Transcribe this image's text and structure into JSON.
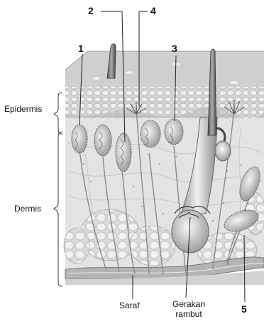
{
  "layers": {
    "epidermis": "Epidermis",
    "dermis": "Dermis"
  },
  "numbers": {
    "n1": "1",
    "n2": "2",
    "n3": "3",
    "n4": "4",
    "n5": "5"
  },
  "bottom": {
    "nerve": "Saraf",
    "hair_movement_line1": "Gerakan",
    "hair_movement_line2": "rambut"
  }
}
